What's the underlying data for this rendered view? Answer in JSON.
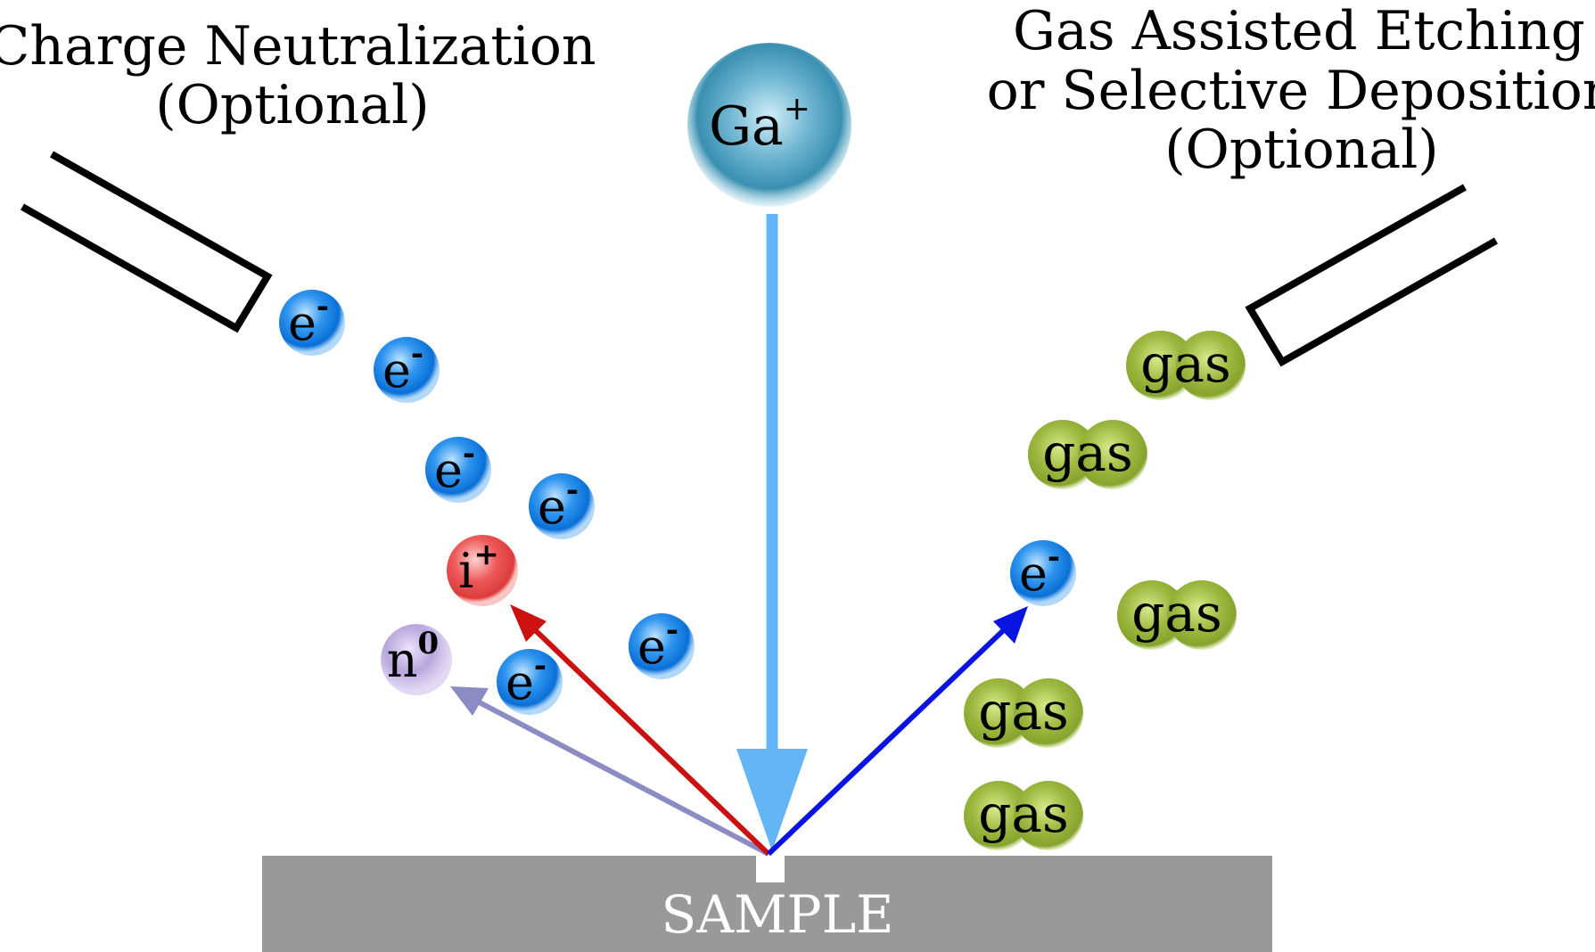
{
  "titles": {
    "left_line1": "Charge Neutralization",
    "left_line2": "(Optional)",
    "right_line1": "Gas Assisted Etching",
    "right_line2": "or Selective Deposition",
    "right_line3": "(Optional)"
  },
  "beam": {
    "base": "Ga",
    "sup": "+"
  },
  "sample": {
    "label": "SAMPLE"
  },
  "particles": {
    "electron": {
      "base": "e",
      "sup": "-"
    },
    "ion": {
      "base": "i",
      "sup": "+"
    },
    "neutral": {
      "base": "n",
      "sup": "0"
    },
    "gas": {
      "label": "gas"
    }
  },
  "colors": {
    "electron": "#1e88e5",
    "ion": "#e53935",
    "neutral": "#b39ddb",
    "gas": "#9ab53a",
    "beam_ball": "#3f8fae",
    "beam_arrow": "#64b5f6",
    "ion_arrow": "#cc1111",
    "neutral_arrow": "#8c8cc4",
    "electron_arrow": "#0a14e0",
    "sample": "#999999"
  }
}
